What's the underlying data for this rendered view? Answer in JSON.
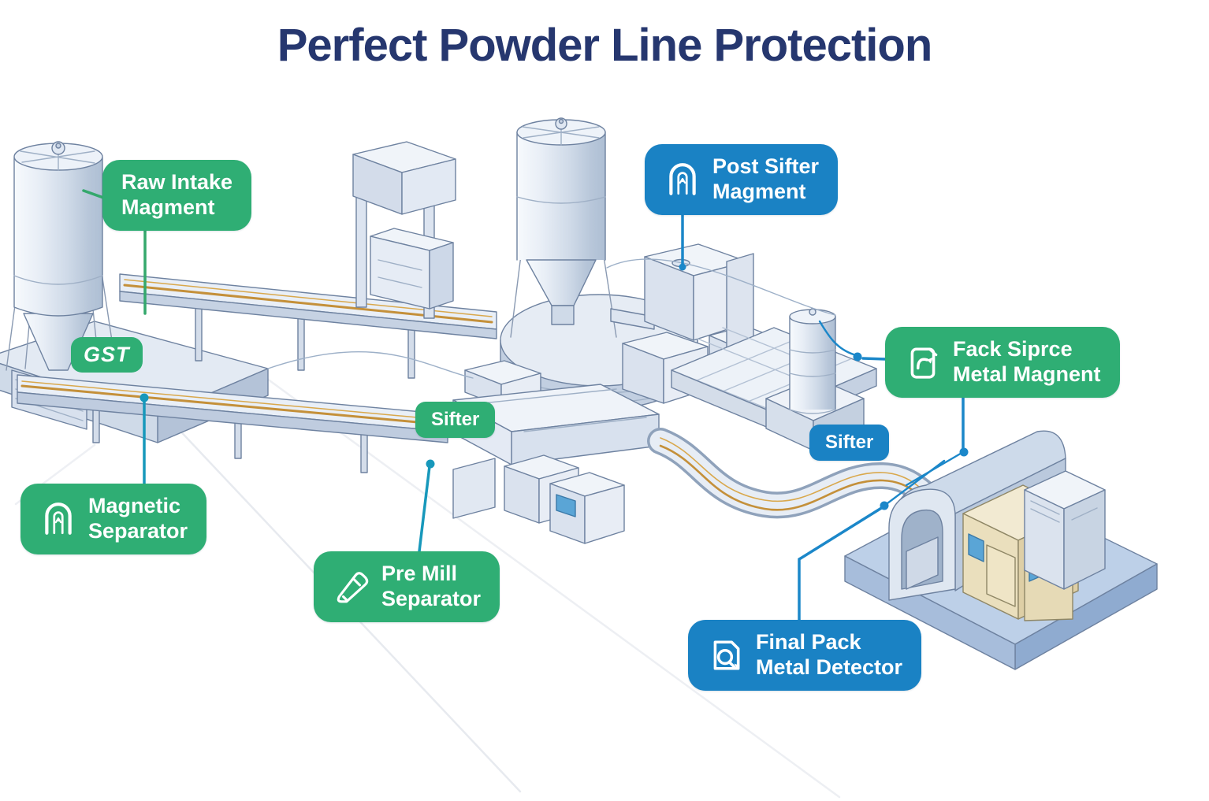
{
  "title": "Perfect Powder Line Protection",
  "colors": {
    "label_green": "#2fae74",
    "label_blue": "#1a82c4",
    "leader_teal": "#1798bb",
    "leader_blue": "#1b87c9",
    "leader_green": "#34a86c",
    "title_navy": "#26376f",
    "belt_amber": "#c4903a",
    "platform_blue": "#bdd0e8",
    "machine_beige": "#eadfbd"
  },
  "labels": {
    "raw_intake": {
      "line1": "Raw Intake",
      "line2": "Magment"
    },
    "gst_badge": {
      "text": "GST"
    },
    "post_sifter": {
      "line1": "Post Sifter",
      "line2": "Magment",
      "icon": "magnet-icon"
    },
    "pack_spice": {
      "line1": "Fack Siprce",
      "line2": "Metal Magnent",
      "icon": "magnet-card-icon"
    },
    "sifter_mid": {
      "text": "Sifter"
    },
    "sifter_right": {
      "text": "Sifter"
    },
    "magnetic_separator": {
      "line1": "Magnetic",
      "line2": "Separator",
      "icon": "magnet-icon"
    },
    "pre_mill": {
      "line1": "Pre Mill",
      "line2": "Separator",
      "icon": "pen-icon"
    },
    "final_pack": {
      "line1": "Final Pack",
      "line2": "Metal Detector",
      "icon": "detector-icon"
    }
  }
}
